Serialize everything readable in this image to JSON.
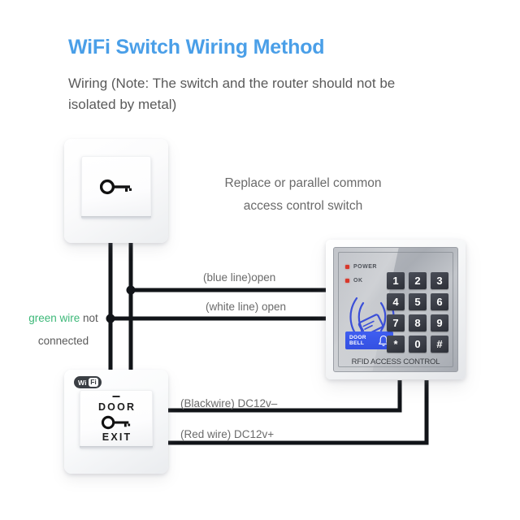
{
  "header": {
    "title": "WiFi Switch Wiring Method",
    "subtitle": "Wiring (Note: The switch and the router should not be isolated by metal)",
    "title_color": "#4a9fe8"
  },
  "notes": {
    "replace_line1": "Replace or parallel common",
    "replace_line2": "access control switch",
    "green_wire_label": "green wire",
    "green_wire_rest": "not",
    "green_wire_line2": "connected",
    "green_color": "#3cb878"
  },
  "wire_labels": {
    "blue_line": "(blue line)",
    "blue_line_state": "open",
    "white_line": "(white line) open",
    "black_wire": "(Blackwire) DC12v–",
    "red_wire": "(Red wire)",
    "red_wire_value": "DC12v+",
    "blue_color": "#4a9fe8",
    "red_color": "#f0453a"
  },
  "top_switch": {
    "icon": "key-icon"
  },
  "exit_switch": {
    "wifi_badge_wi": "Wi",
    "wifi_badge_fi": "Fi",
    "label_door": "DOOR",
    "label_exit": "EXIT",
    "icon": "key-icon"
  },
  "rfid_device": {
    "led_power": "POWER",
    "led_ok": "OK",
    "doorbell_line1": "DOOR",
    "doorbell_line2": "BELL",
    "doorbell_icon": "bell-icon",
    "card_icon": "rfid-wave-icon",
    "caption": "RFID ACCESS CONTROL",
    "doorbell_color": "#3450e2",
    "led_color": "#d8382b",
    "keys": [
      "1",
      "2",
      "3",
      "4",
      "5",
      "6",
      "7",
      "8",
      "9",
      "*",
      "0",
      "#"
    ]
  }
}
